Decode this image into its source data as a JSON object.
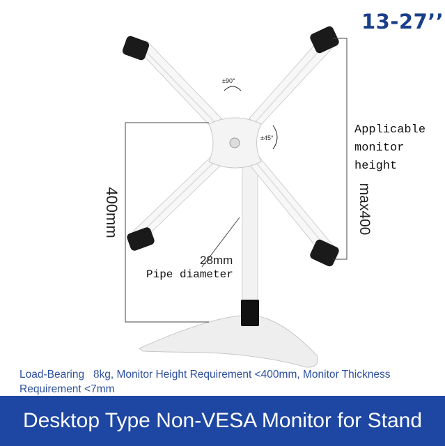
{
  "header": {
    "size_range": "13-27’’"
  },
  "annotations": {
    "applicable_label": "Applicable\nmonitor\nheight",
    "max_height": "max400",
    "height_dimension": "400mm",
    "pipe_diameter_value": "28mm",
    "pipe_diameter_label": "Pipe diameter",
    "rotation_90": "±90°",
    "tilt_45": "±45°"
  },
  "specs": {
    "load_prefix": "Load-Bearing",
    "load_value": "8",
    "load_rest": "kg, Monitor Height Requirement <400mm, Monitor Thickness Requirement <7mm"
  },
  "banner": {
    "title": "Desktop Type Non-VESA Monitor for Stand"
  },
  "colors": {
    "banner_bg": "#1e47a3",
    "accent_text": "#1a3f8a",
    "spec_text": "#2c4f9f"
  }
}
